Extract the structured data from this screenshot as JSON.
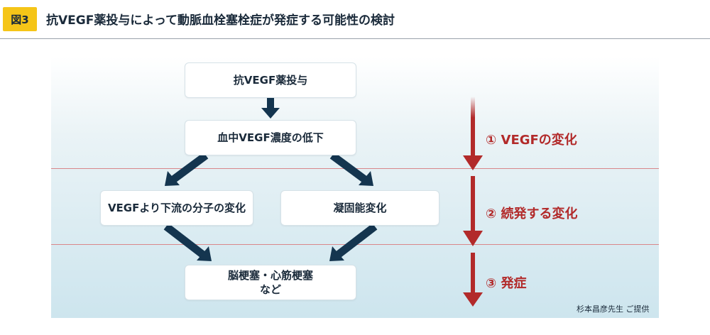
{
  "header": {
    "badge": "図3",
    "title": "抗VEGF薬投与によって動脈血栓塞栓症が発症する可能性の検討"
  },
  "diagram": {
    "boxes": {
      "drug": "抗VEGF薬投与",
      "decrease": "血中VEGF濃度の低下",
      "downstream": "VEGFより下流の分子の変化",
      "coagulation": "凝固能変化",
      "outcome_line1": "脳梗塞・心筋梗塞",
      "outcome_line2": "など"
    },
    "stages": {
      "stage1": "① VEGFの変化",
      "stage2": "② 続発する変化",
      "stage3": "③ 発症"
    },
    "credit": "杉本昌彦先生 ご提供"
  },
  "colors": {
    "badge": "#f5c518",
    "stage_red": "#b22a2a",
    "flow_arrow": "#14354f",
    "divider": "#d9878a"
  }
}
